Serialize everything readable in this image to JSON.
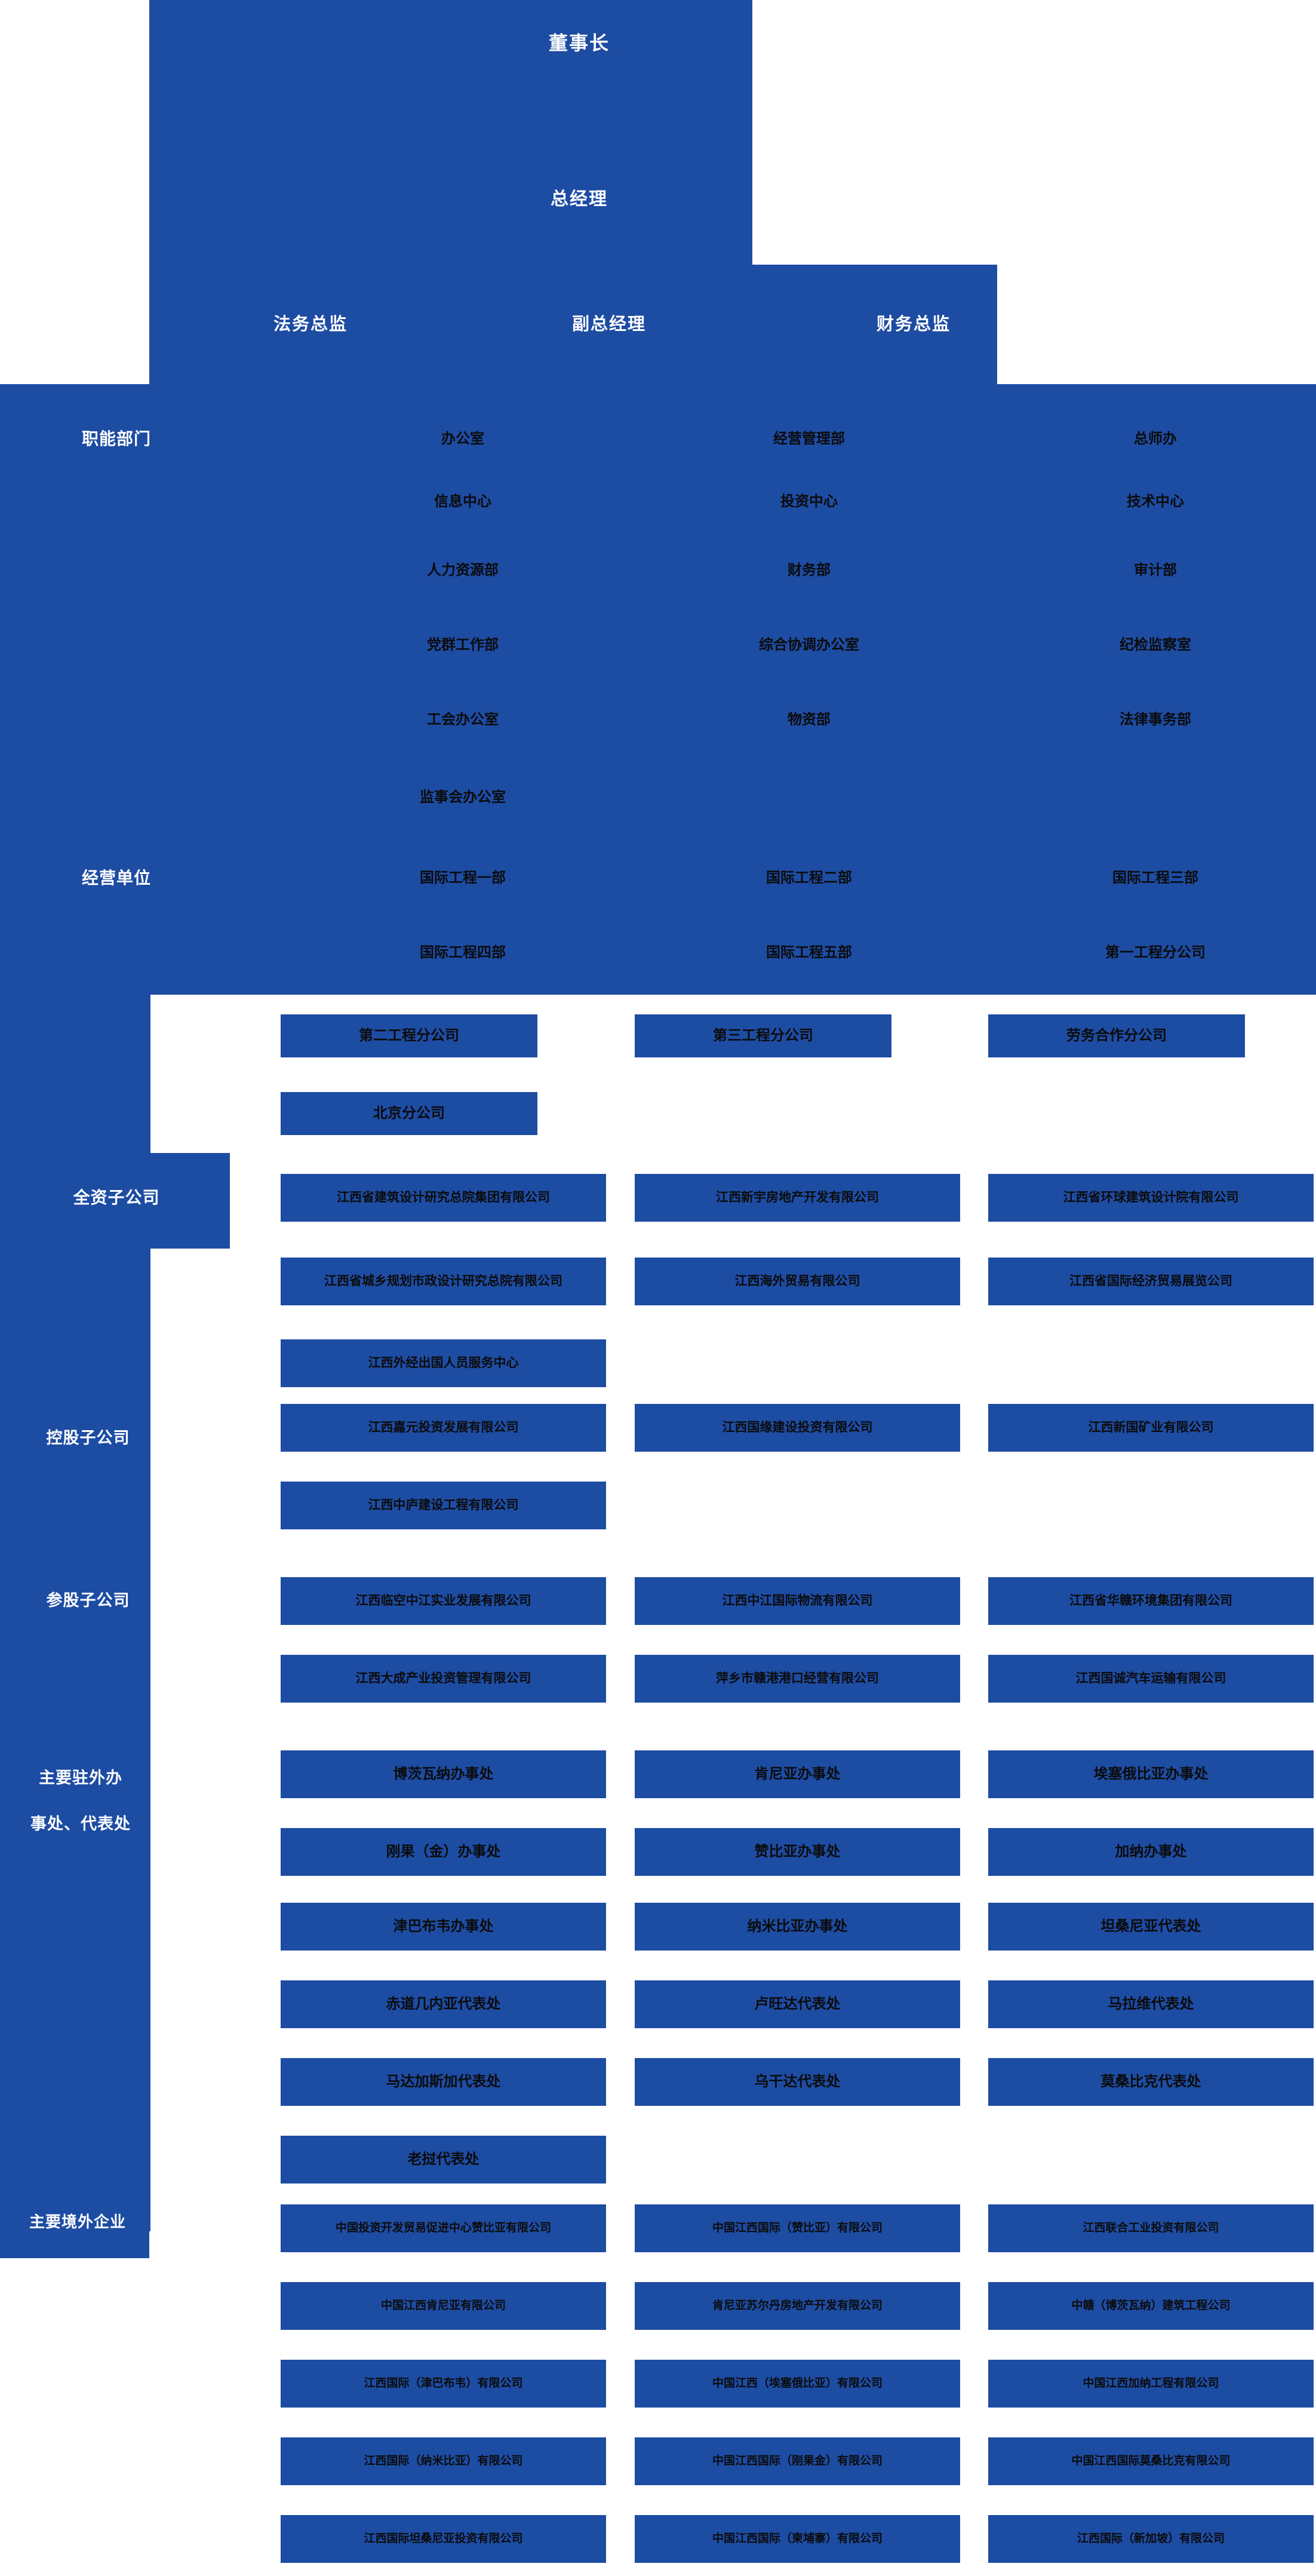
{
  "meta": {
    "title": "中江国际集团组织架构图",
    "accent_color": "#1d4ca3",
    "node_text_color": "#0b0b0b",
    "label_text_color": "#ffffff",
    "background_color": "#ffffff"
  },
  "executives": {
    "chairman": "董事长",
    "general_manager": "总经理",
    "legal_director": "法务总监",
    "deputy_general_manager": "副总经理",
    "finance_director": "财务总监"
  },
  "sections": [
    {
      "key": "functional_departments",
      "label": "职能部门",
      "rows": [
        [
          "办公室",
          "经营管理部",
          "总师办"
        ],
        [
          "信息中心",
          "投资中心",
          "技术中心"
        ],
        [
          "人力资源部",
          "财务部",
          "审计部"
        ],
        [
          "党群工作部",
          "综合协调办公室",
          "纪检监察室"
        ],
        [
          "工会办公室",
          "物资部",
          "法律事务部"
        ],
        [
          "监事会办公室",
          "",
          ""
        ]
      ]
    },
    {
      "key": "business_units",
      "label": "经营单位",
      "rows": [
        [
          "国际工程一部",
          "国际工程二部",
          "国际工程三部"
        ],
        [
          "国际工程四部",
          "国际工程五部",
          "第一工程分公司"
        ],
        [
          "第二工程分公司",
          "第三工程分公司",
          "劳务合作分公司"
        ],
        [
          "北京分公司",
          "",
          ""
        ]
      ]
    },
    {
      "key": "wholly_owned_subsidiaries",
      "label": "全资子公司",
      "rows": [
        [
          "江西省建筑设计研究总院集团有限公司",
          "江西新宇房地产开发有限公司",
          "江西省环球建筑设计院有限公司"
        ],
        [
          "江西省城乡规划市政设计研究总院有限公司",
          "江西海外贸易有限公司",
          "江西省国际经济贸易展览公司"
        ],
        [
          "江西外经出国人员服务中心",
          "",
          ""
        ]
      ]
    },
    {
      "key": "holding_subsidiaries",
      "label": "控股子公司",
      "rows": [
        [
          "江西嘉元投资发展有限公司",
          "江西国缘建设投资有限公司",
          "江西新国矿业有限公司"
        ],
        [
          "江西中庐建设工程有限公司",
          "",
          ""
        ]
      ]
    },
    {
      "key": "participating_subsidiaries",
      "label": "参股子公司",
      "rows": [
        [
          "江西临空中江实业发展有限公司",
          "江西中江国际物流有限公司",
          "江西省华赣环境集团有限公司"
        ],
        [
          "江西大成产业投资管理有限公司",
          "萍乡市赣港港口经营有限公司",
          "江西国诚汽车运输有限公司"
        ]
      ]
    },
    {
      "key": "overseas_offices",
      "label": "主要驻外办\n事处、代表处",
      "label_lines": [
        "主要驻外办",
        "事处、代表处"
      ],
      "rows": [
        [
          "博茨瓦纳办事处",
          "肯尼亚办事处",
          "埃塞俄比亚办事处"
        ],
        [
          "刚果（金）办事处",
          "赞比亚办事处",
          "加纳办事处"
        ],
        [
          "津巴布韦办事处",
          "纳米比亚办事处",
          "坦桑尼亚代表处"
        ],
        [
          "赤道几内亚代表处",
          "卢旺达代表处",
          "马拉维代表处"
        ],
        [
          "马达加斯加代表处",
          "乌干达代表处",
          "莫桑比克代表处"
        ],
        [
          "老挝代表处",
          "",
          ""
        ]
      ]
    },
    {
      "key": "overseas_enterprises",
      "label": "主要境外企业",
      "rows": [
        [
          "中国投资开发贸易促进中心赞比亚有限公司",
          "中国江西国际（赞比亚）有限公司",
          "江西联合工业投资有限公司"
        ],
        [
          "中国江西肯尼亚有限公司",
          "肯尼亚苏尔丹房地产开发有限公司",
          "中赣（博茨瓦纳）建筑工程公司"
        ],
        [
          "江西国际（津巴布韦）有限公司",
          "中国江西（埃塞俄比亚）有限公司",
          "中国江西加纳工程有限公司"
        ],
        [
          "江西国际（纳米比亚）有限公司",
          "中国江西国际（刚果金）有限公司",
          "中国江西国际莫桑比克有限公司"
        ],
        [
          "江西国际坦桑尼亚投资有限公司",
          "中国江西国际（柬埔寨）有限公司",
          "江西国际（新加坡）有限公司"
        ]
      ]
    }
  ]
}
